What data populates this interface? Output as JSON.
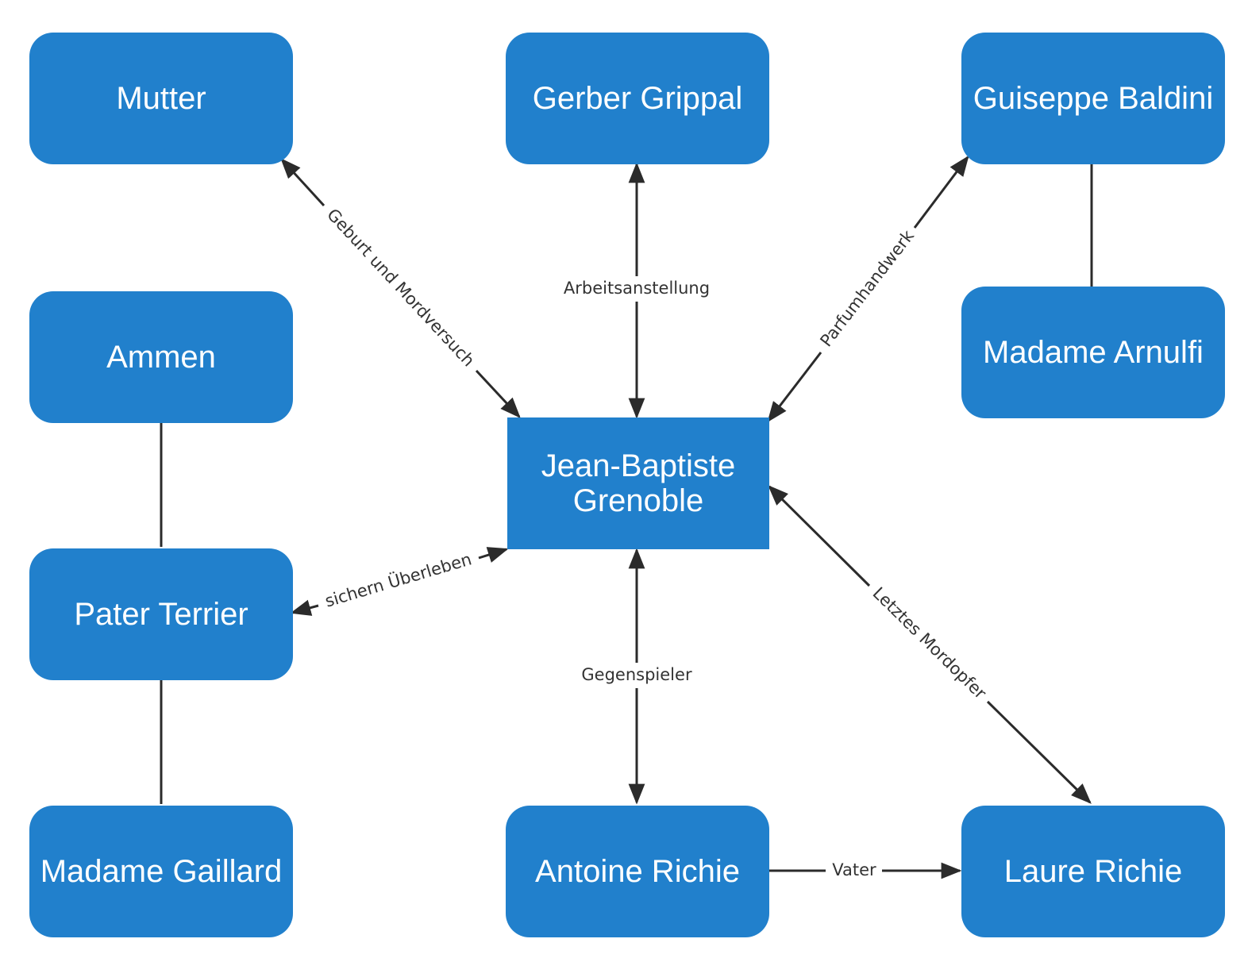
{
  "colors": {
    "node_fill": "#2180cc",
    "node_text": "#ffffff",
    "edge": "#2b2b2b",
    "edge_label": "#333333",
    "background": "#ffffff"
  },
  "nodes": {
    "mutter": "Mutter",
    "gerber": "Gerber Grippal",
    "baldini": "Guiseppe Baldini",
    "ammen": "Ammen",
    "arnulfi": "Madame Arnulfi",
    "center_line1": "Jean-Baptiste",
    "center_line2": "Grenoble",
    "terrier": "Pater Terrier",
    "gaillard": "Madame Gaillard",
    "antoine": "Antoine Richie",
    "laure": "Laure Richie"
  },
  "edges": {
    "geburt": "Geburt und Mordversuch",
    "arbeit": "Arbeitsanstellung",
    "parfum": "Parfumhandwerk",
    "ueberleben": "sichern Überleben",
    "gegen": "Gegenspieler",
    "letztes": "Letztes Mordopfer",
    "vater": "Vater"
  }
}
